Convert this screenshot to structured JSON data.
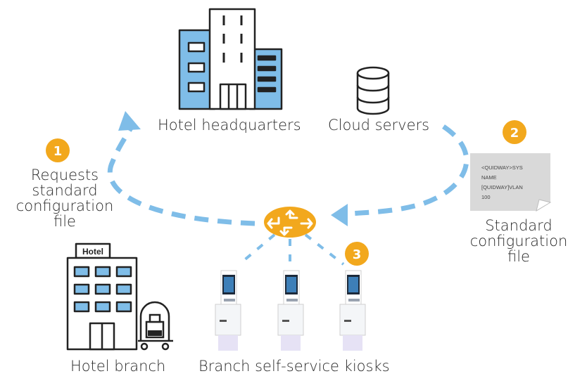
{
  "labels": {
    "headquarters": "Hotel headquarters",
    "cloud": "Cloud servers",
    "requests": [
      "Requests",
      "standard",
      "configuration",
      "file"
    ],
    "standard_file": [
      "Standard",
      "configuration",
      "file"
    ],
    "branch": "Hotel branch",
    "kiosks": "Branch self-service kiosks",
    "hotel_sign": "Hotel"
  },
  "steps": [
    "1",
    "2",
    "3"
  ],
  "config_file_lines": [
    "<QUIDWAY>SYS",
    "NAME",
    "[QUIDWAY]VLAN",
    "100"
  ],
  "colors": {
    "accent_orange": "#F2A81D",
    "dashed_blue": "#7FBDE8",
    "building_blue": "#7FBDE8",
    "outline": "#222222",
    "file_gray": "#D9D9D9",
    "text": "#2b2b2b"
  },
  "icons": [
    "building-icon",
    "database-icon",
    "router-icon",
    "document-icon",
    "hotel-icon",
    "luggage-cart-icon",
    "kiosk-icon"
  ]
}
